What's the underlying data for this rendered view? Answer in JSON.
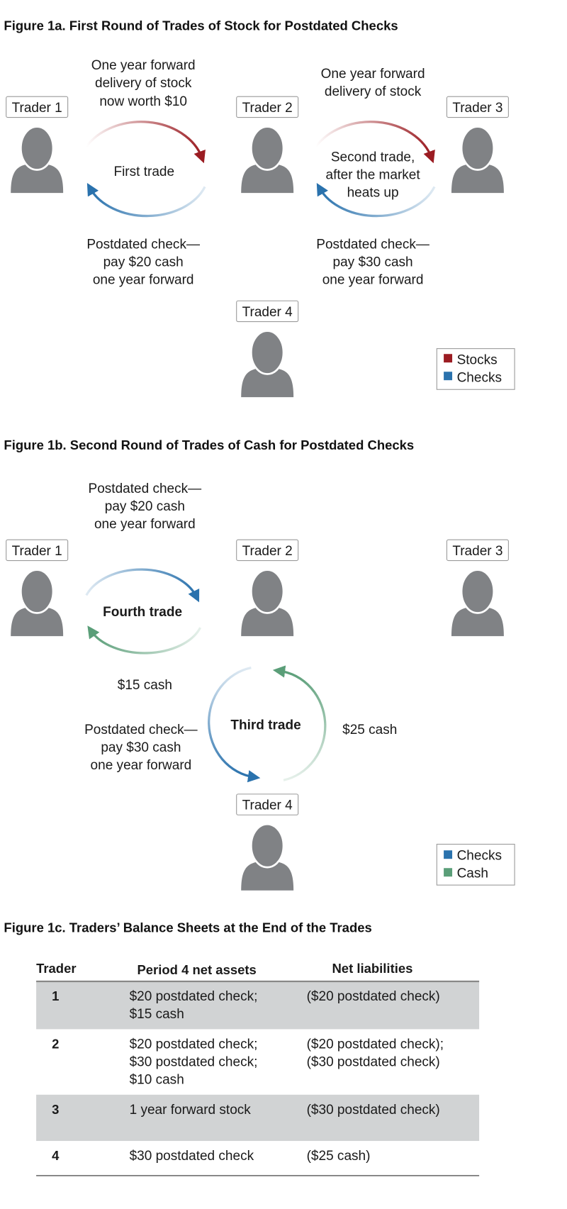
{
  "colors": {
    "person": "#808285",
    "stocks": "#9b1c22",
    "checks": "#2a72ad",
    "cash": "#5a9e78",
    "row_shade": "#d1d3d4"
  },
  "fig1a": {
    "title": "Figure 1a.  First Round of Trades of Stock for Postdated Checks",
    "traders": [
      "Trader 1",
      "Trader 2",
      "Trader 3",
      "Trader 4"
    ],
    "trade1_top": [
      "One year forward",
      "delivery of stock",
      "now worth $10"
    ],
    "trade1_center": "First trade",
    "trade1_bottom": [
      "Postdated check—",
      "pay $20 cash",
      "one year forward"
    ],
    "trade2_top": [
      "One year forward",
      "delivery of stock"
    ],
    "trade2_center": [
      "Second trade,",
      "after the market",
      "heats up"
    ],
    "trade2_bottom": [
      "Postdated check—",
      "pay $30 cash",
      "one year forward"
    ],
    "legend": [
      "Stocks",
      "Checks"
    ]
  },
  "fig1b": {
    "title": "Figure 1b.  Second Round of Trades of Cash for Postdated Checks",
    "traders": [
      "Trader 1",
      "Trader 2",
      "Trader 3",
      "Trader 4"
    ],
    "trade4_top": [
      "Postdated check—",
      "pay $20 cash",
      "one year forward"
    ],
    "trade4_center": "Fourth trade",
    "trade4_bottom": "$15 cash",
    "trade3_center": "Third trade",
    "trade3_right": "$25 cash",
    "trade3_left": [
      "Postdated check—",
      "pay $30 cash",
      "one year forward"
    ],
    "legend": [
      "Checks",
      "Cash"
    ]
  },
  "fig1c": {
    "title": "Figure 1c. Traders’ Balance Sheets at the End of the Trades",
    "headers": [
      "Trader",
      "Period 4 net assets",
      "Net liabilities"
    ],
    "rows": [
      {
        "trader": "1",
        "assets": [
          "$20 postdated check;",
          "$15 cash"
        ],
        "liabilities": [
          "($20 postdated check)"
        ]
      },
      {
        "trader": "2",
        "assets": [
          "$20 postdated check;",
          "$30 postdated check;",
          "$10 cash"
        ],
        "liabilities": [
          "($20 postdated check);",
          "($30 postdated check)"
        ]
      },
      {
        "trader": "3",
        "assets": [
          "1 year forward stock"
        ],
        "liabilities": [
          "($30 postdated check)"
        ]
      },
      {
        "trader": "4",
        "assets": [
          "$30 postdated check"
        ],
        "liabilities": [
          "($25 cash)"
        ]
      }
    ]
  }
}
